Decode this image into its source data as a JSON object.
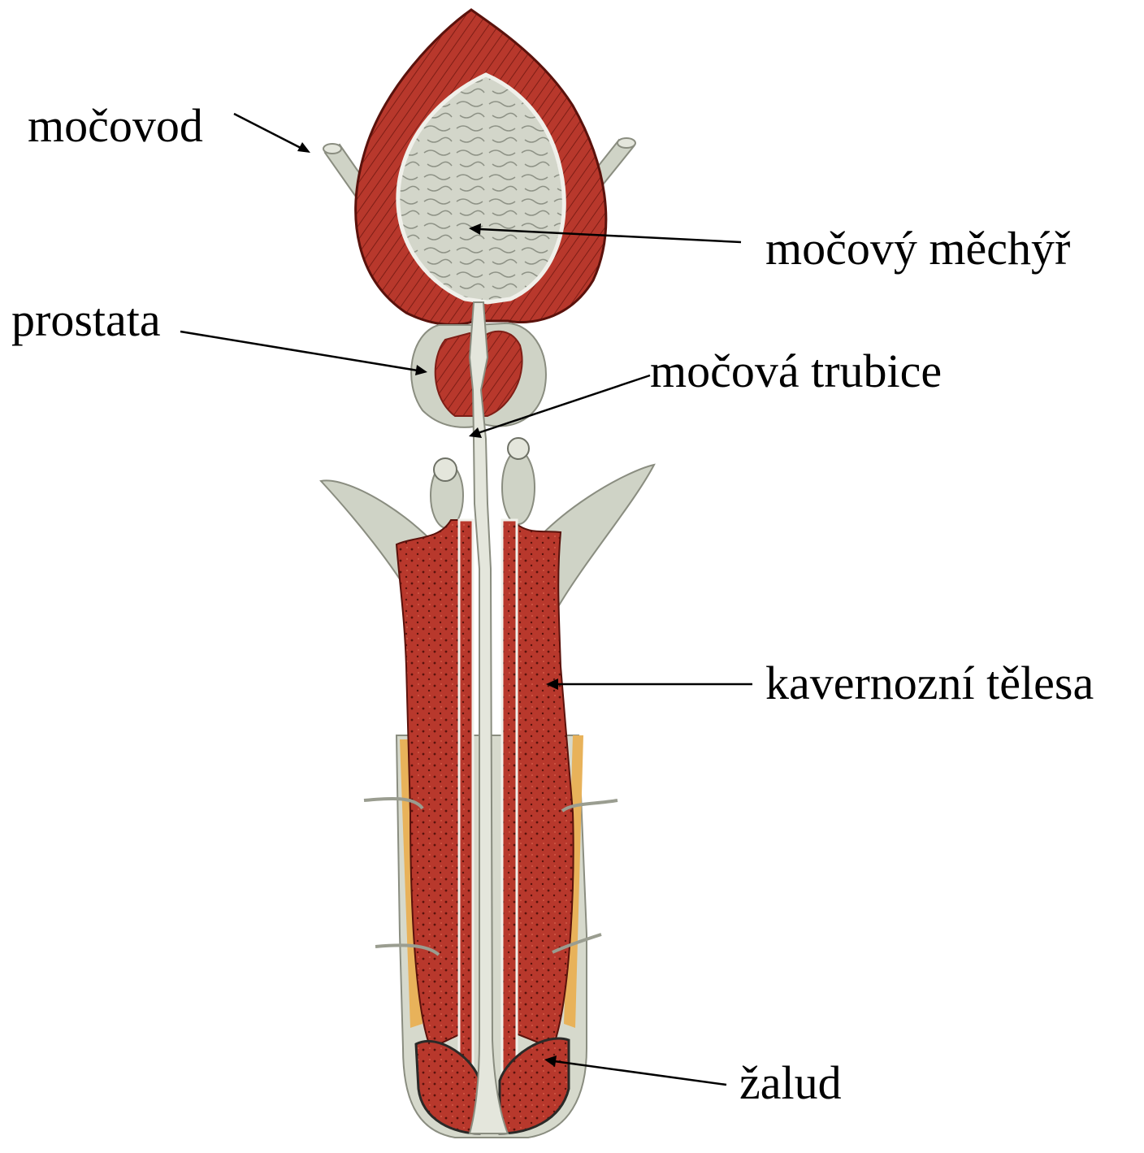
{
  "labels": {
    "ureter": "močovod",
    "bladder": "močový měchýř",
    "prostate": "prostata",
    "urethra": "močová trubice",
    "corpora": "kavernozní tělesa",
    "glans": "žalud"
  },
  "colors": {
    "muscle_red": "#b8382c",
    "muscle_dark": "#7e1e16",
    "mucosa_grey": "#cfd3c6",
    "mucosa_light": "#e4e6dc",
    "fat_yellow": "#e8b25a",
    "line": "#000000"
  }
}
